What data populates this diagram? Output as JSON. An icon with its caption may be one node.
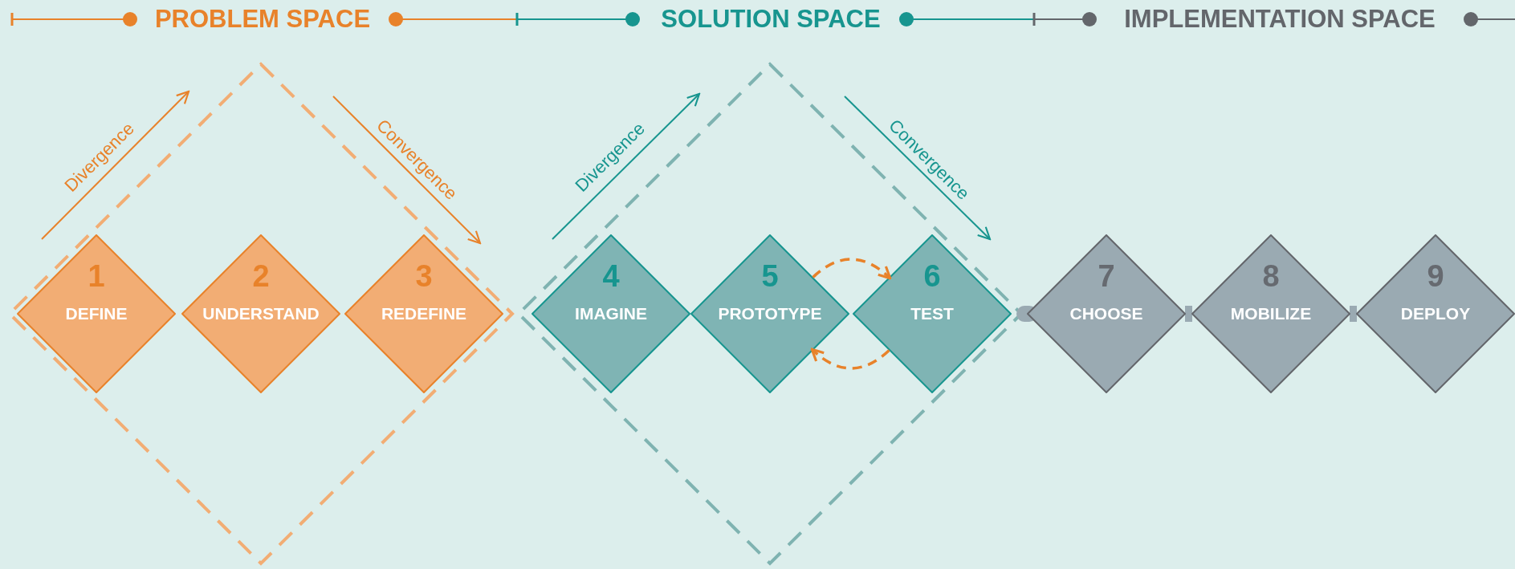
{
  "diagram": {
    "nodes": [
      {
        "text": [
          "1",
          "DEFINE"
        ]
      },
      {
        "text": [
          "2",
          "UNDERSTAND"
        ]
      },
      {
        "text": [
          "3",
          "REDEFINE"
        ]
      },
      {
        "text": [
          "4",
          "IMAGINE"
        ]
      },
      {
        "text": [
          "5",
          "PROTOTYPE"
        ]
      },
      {
        "text": [
          "6",
          "TEST"
        ]
      },
      {
        "text": [
          "7",
          "CHOOSE"
        ]
      },
      {
        "text": [
          "8",
          "MOBILIZE"
        ]
      },
      {
        "text": [
          "9",
          "DEPLOY"
        ]
      }
    ],
    "edges": [
      {
        "from": 4,
        "to": 5,
        "arrow": "to",
        "style": "dashed",
        "color": "#e8822a"
      },
      {
        "from": 5,
        "to": 4,
        "arrow": "to",
        "style": "dashed",
        "color": "#e8822a"
      },
      {
        "from": null,
        "to": 6,
        "arrow": "none",
        "color": "#9aaab2"
      },
      {
        "from": 6,
        "to": 7,
        "arrow": "none",
        "color": "#9aaab2"
      },
      {
        "from": 7,
        "to": 8,
        "arrow": "none",
        "color": "#9aaab2"
      }
    ],
    "labels": [
      "PROBLEM SPACE",
      "SOLUTION SPACE",
      "IMPLEMENTATION SPACE",
      "Divergence",
      "Convergence",
      "Divergence",
      "Convergence"
    ]
  }
}
